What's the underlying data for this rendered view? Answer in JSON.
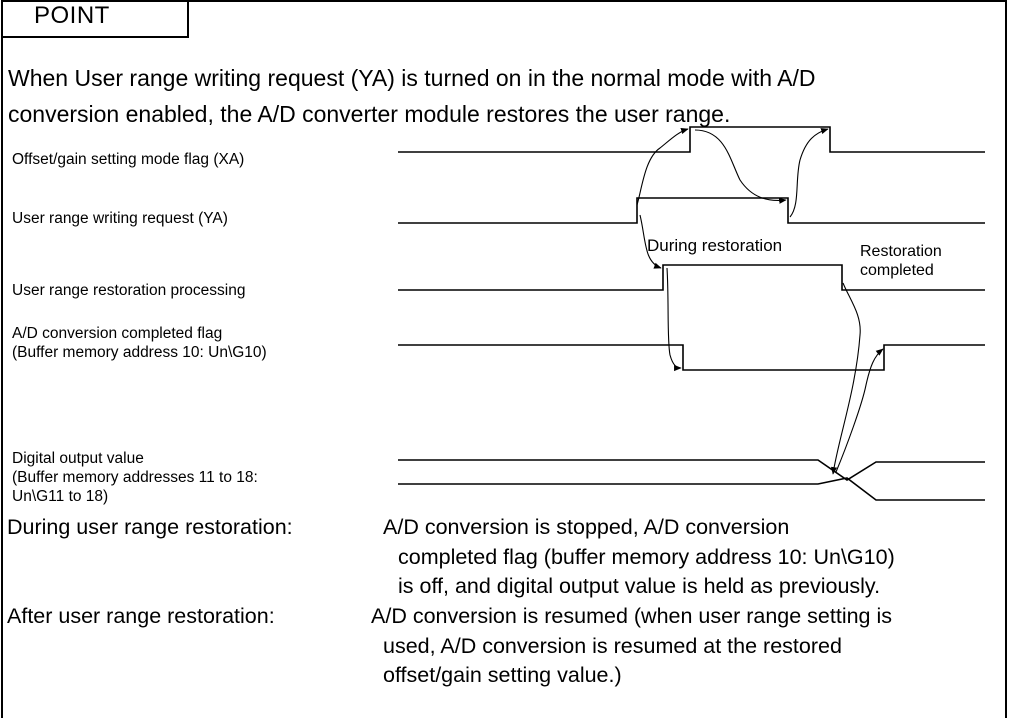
{
  "header": {
    "point_label": "POINT"
  },
  "intro": {
    "line1": "When User range writing request (YA) is turned on in the normal mode with A/D",
    "line2": "conversion enabled, the A/D converter module restores the user range."
  },
  "signals": {
    "offset_gain_flag": "Offset/gain setting mode flag (XA)",
    "user_range_request": "User range writing request (YA)",
    "restoration_processing": "User range restoration processing",
    "ad_complete_line1": "A/D conversion completed flag",
    "ad_complete_line2": "(Buffer memory address 10: Un\\G10)",
    "digital_output_line1": "Digital output value",
    "digital_output_line2": "(Buffer memory addresses 11 to 18:",
    "digital_output_line3": " Un\\G11 to 18)"
  },
  "annotations": {
    "during_restoration": "During restoration",
    "restoration_completed_line1": "Restoration",
    "restoration_completed_line2": "completed"
  },
  "notes": {
    "during_heading": "During user range restoration:",
    "during_line1": "A/D conversion is stopped, A/D conversion",
    "during_line2": "completed flag (buffer memory address 10: Un\\G10)",
    "during_line3": "is off, and digital output value is held as previously.",
    "after_heading": "After user range restoration:",
    "after_line1": "A/D conversion is resumed (when user range setting is",
    "after_line2": "used, A/D conversion is resumed at the restored",
    "after_line3": "offset/gain setting value.)"
  }
}
